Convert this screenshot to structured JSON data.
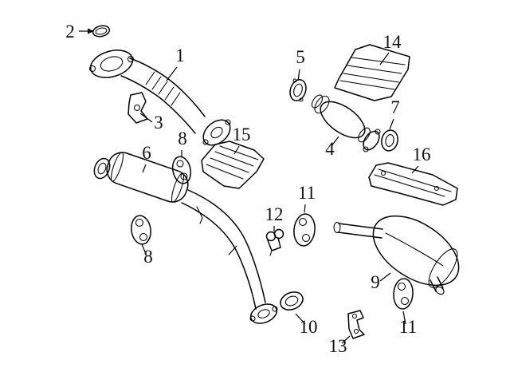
{
  "diagram": {
    "background_color": "#ffffff",
    "line_color": "#000000",
    "callouts": [
      {
        "number": "2"
      },
      {
        "number": "1"
      },
      {
        "number": "5"
      },
      {
        "number": "14"
      },
      {
        "number": "3"
      },
      {
        "number": "7"
      },
      {
        "number": "15"
      },
      {
        "number": "8"
      },
      {
        "number": "6"
      },
      {
        "number": "4"
      },
      {
        "number": "16"
      },
      {
        "number": "11"
      },
      {
        "number": "12"
      },
      {
        "number": "8"
      },
      {
        "number": "9"
      },
      {
        "number": "10"
      },
      {
        "number": "11"
      },
      {
        "number": "13"
      }
    ]
  }
}
